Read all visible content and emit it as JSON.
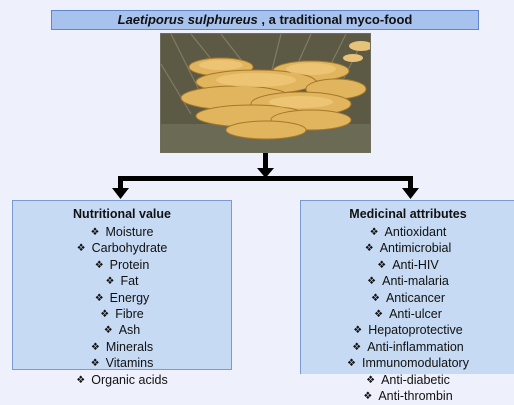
{
  "title": {
    "species": "Laetiporus sulphureus",
    "suffix": " , a traditional myco-food"
  },
  "photo": {
    "icon": "mushroom-photo"
  },
  "bullet_glyph": "❖",
  "nutritional": {
    "heading": "Nutritional value",
    "items": [
      "Moisture",
      "Carbohydrate",
      "Protein",
      "Fat",
      "Energy",
      "Fibre",
      "Ash",
      "Minerals",
      "Vitamins",
      "Organic acids"
    ]
  },
  "medicinal": {
    "heading": "Medicinal attributes",
    "items": [
      "Antioxidant",
      "Antimicrobial",
      "Anti-HIV",
      "Anti-malaria",
      "Anticancer",
      "Anti-ulcer",
      "Hepatoprotective",
      "Anti-inflammation",
      "Immunomodulatory",
      "Anti-diabetic",
      "Anti-thrombin"
    ]
  },
  "colors": {
    "box_fill": "#c6daf4",
    "title_fill": "#a8c2ee",
    "arrow": "#000000"
  }
}
